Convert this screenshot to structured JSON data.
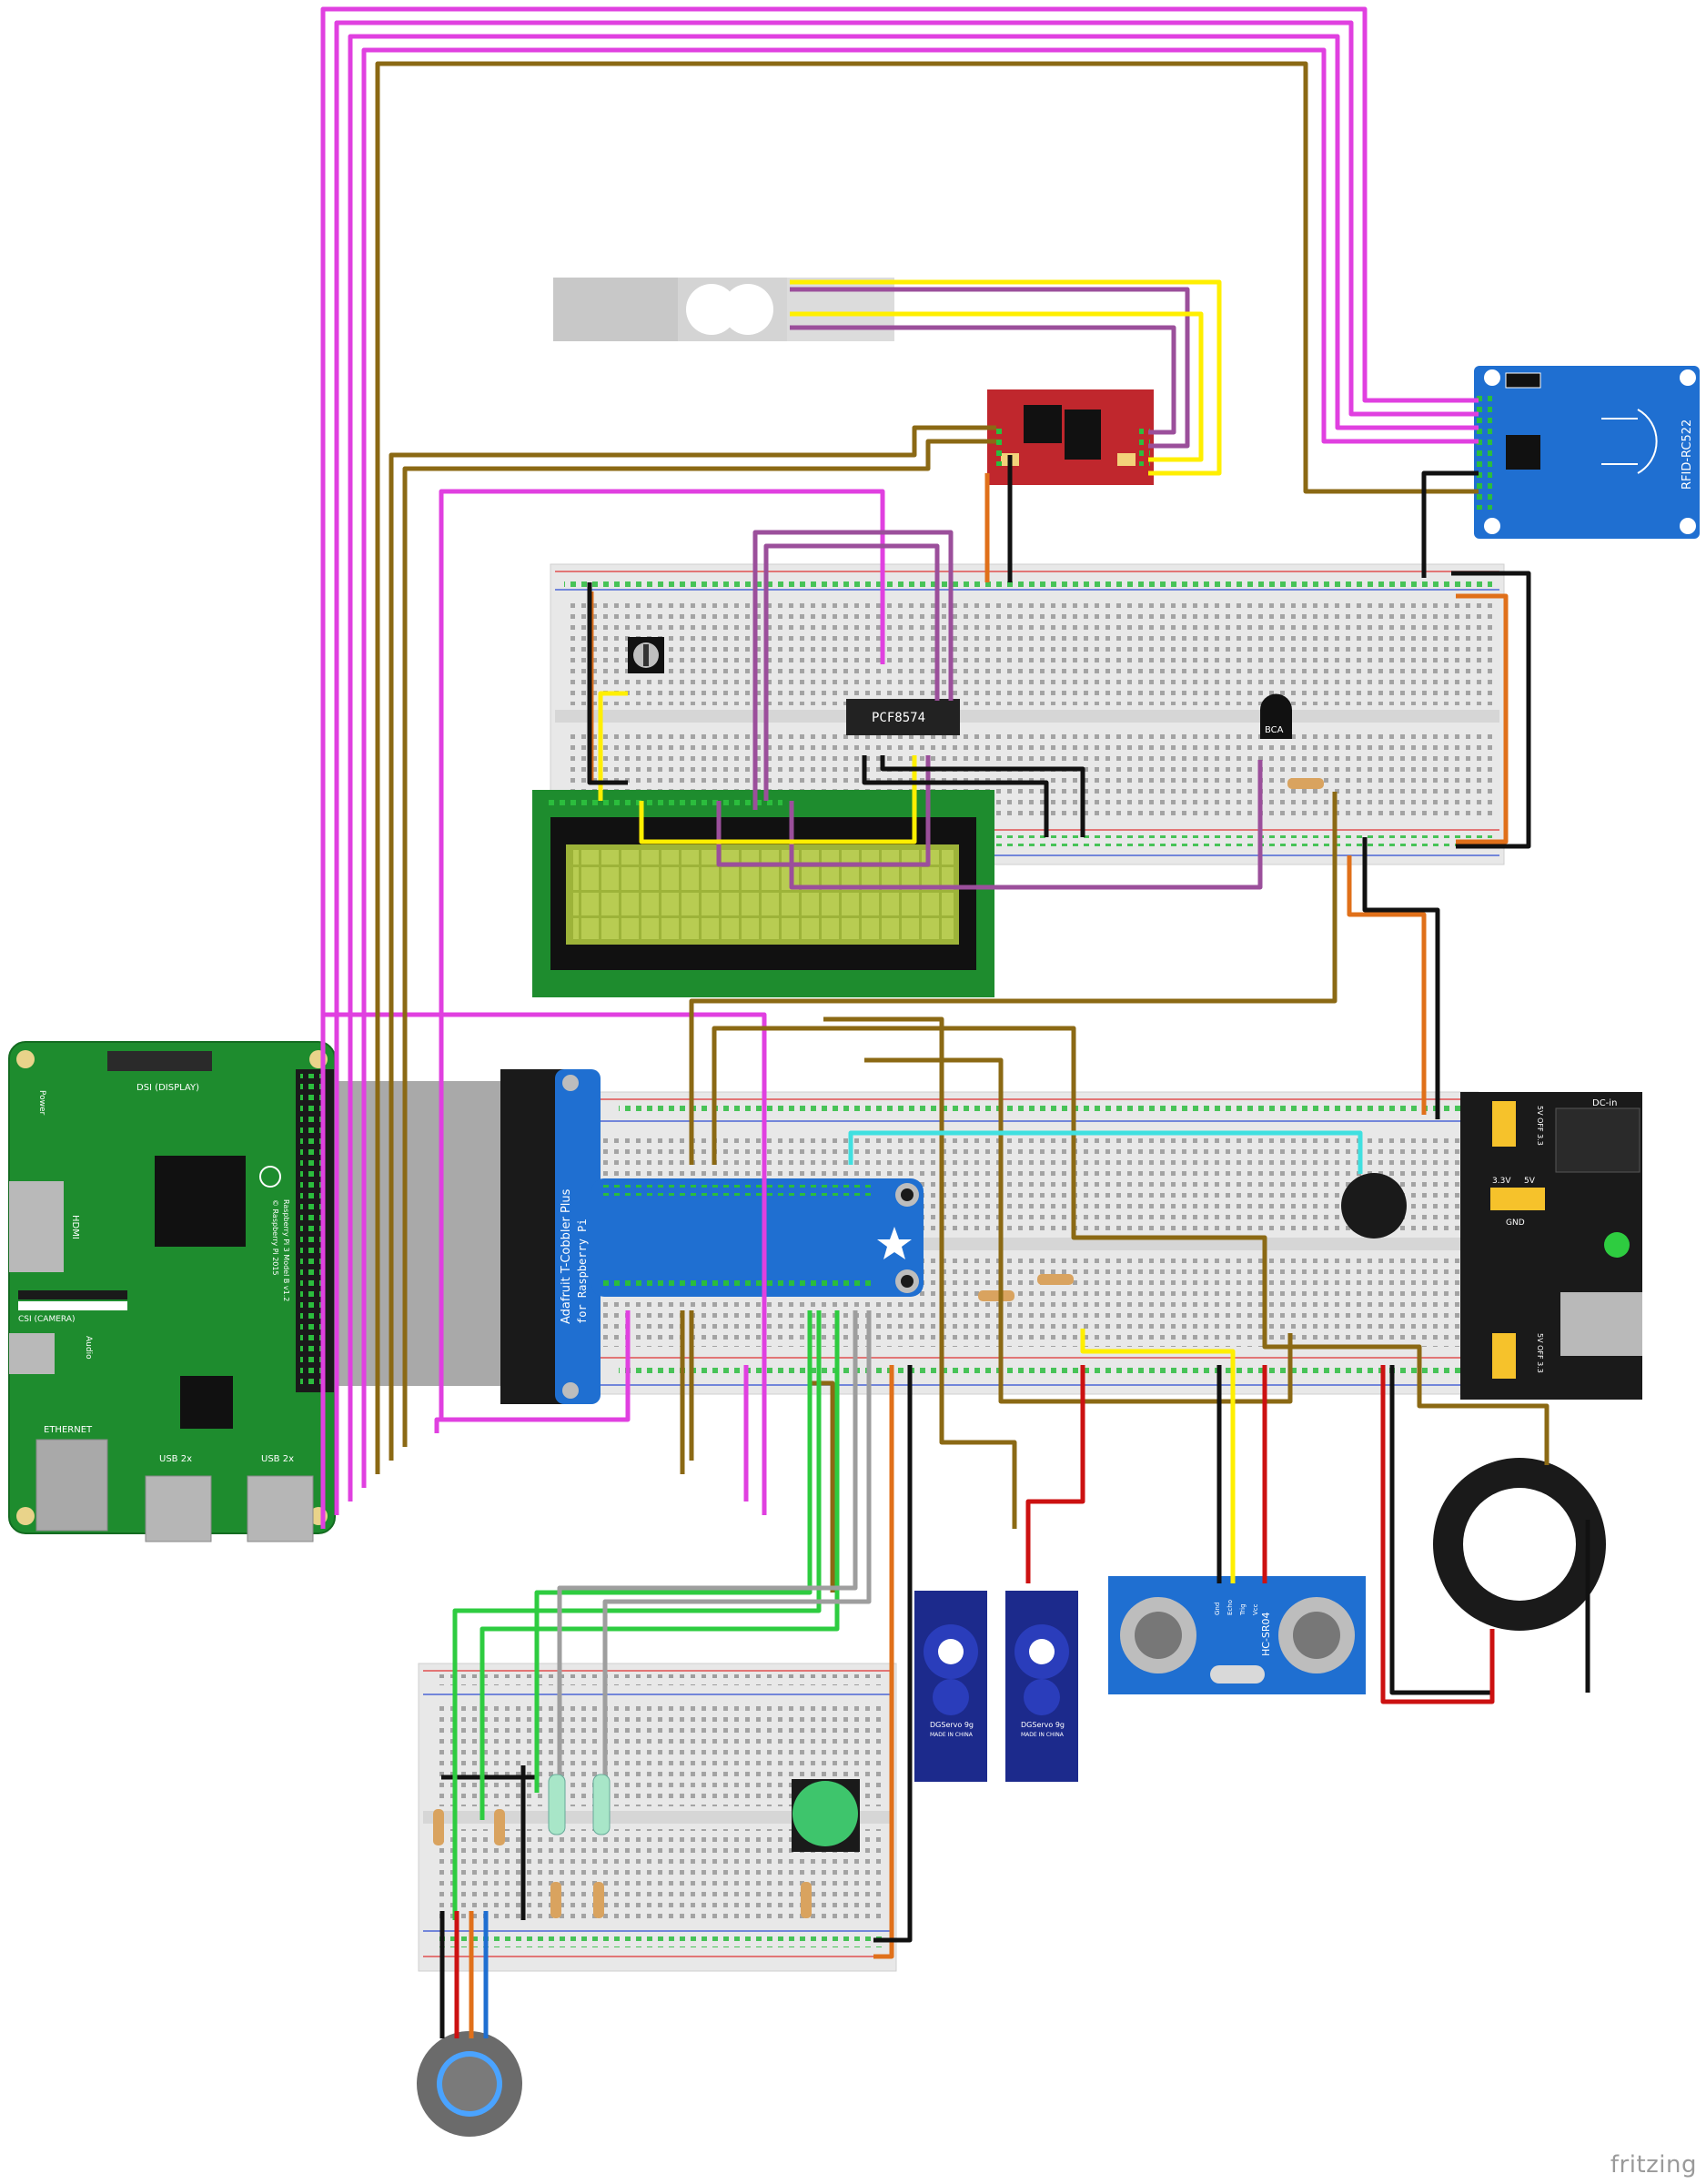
{
  "watermark": "fritzing",
  "components": {
    "raspberry_pi": {
      "dsi_label": "DSI (DISPLAY)",
      "power_label": "Power",
      "hdmi_label": "HDMI",
      "csi_label": "CSI (CAMERA)",
      "audio_label": "Audio",
      "ethernet_label": "ETHERNET",
      "usb1_label": "USB 2x",
      "usb2_label": "USB 2x",
      "model_line1": "Raspberry Pi 3 Model B v1.2",
      "model_line2": "© Raspberry Pi 2015"
    },
    "cobbler": {
      "title_line1": "Adafruit T-Cobbler Plus",
      "title_line2": "for Raspberry Pi"
    },
    "pcf8574": {
      "label": "PCF8574"
    },
    "transistor": {
      "label": "BCA"
    },
    "rfid": {
      "label": "RFID-RC522"
    },
    "ultrasonic": {
      "label": "HC-SR04",
      "pins": [
        "Gnd",
        "Echo",
        "Trig",
        "Vcc"
      ]
    },
    "servo1": {
      "label": "DGServo 9g",
      "sub": "MADE IN CHINA"
    },
    "servo2": {
      "label": "DGServo 9g",
      "sub": "MADE IN CHINA"
    },
    "power_module": {
      "dc_label": "DC-in",
      "v33": "3.3V",
      "v5": "5V",
      "gnd": "GND",
      "top_opts": "5V OFF 3.3",
      "bot_opts": "5V OFF 3.3"
    }
  },
  "colors": {
    "pink_wire": "#e040e0",
    "brown_wire": "#8b6914",
    "purple_wire": "#9b4f9b",
    "yellow_wire": "#ffef00",
    "orange_wire": "#e0701a",
    "green_wire": "#2ecc40",
    "gray_wire": "#9e9e9e",
    "red_wire": "#cc1111",
    "black_wire": "#111111",
    "cyan_wire": "#40e0e0",
    "pcb_green": "#1e8c2e",
    "pcb_blue": "#1f6fd1",
    "pcb_red": "#c0272d",
    "breadboard": "#ececec"
  }
}
